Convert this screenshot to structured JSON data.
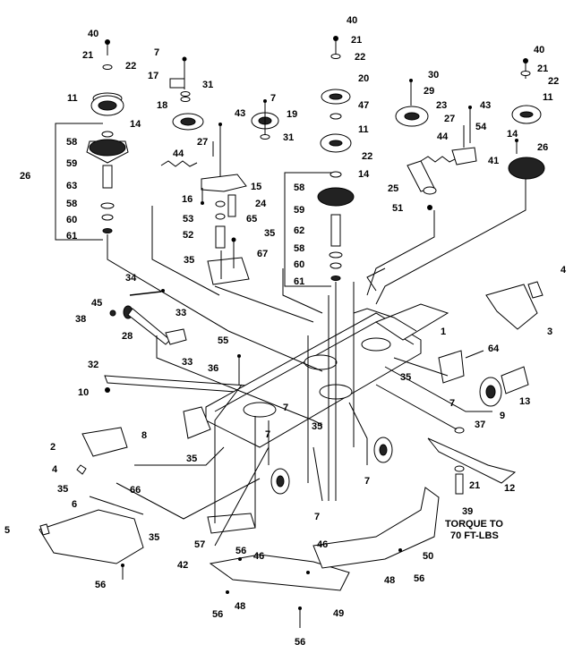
{
  "diagram": {
    "labels": {
      "p40a": "40",
      "p21a": "21",
      "p22a": "22",
      "p11a": "11",
      "p14a": "14",
      "p58a": "58",
      "p59a": "59",
      "p26a": "26",
      "p63": "63",
      "p58b": "58",
      "p60a": "60",
      "p61a": "61",
      "p7a": "7",
      "p17": "17",
      "p31a": "31",
      "p18": "18",
      "p7b": "7",
      "p19": "19",
      "p31b": "31",
      "p43a": "43",
      "p27a": "27",
      "p44a": "44",
      "p15": "15",
      "p16": "16",
      "p24": "24",
      "p53": "53",
      "p65": "65",
      "p52": "52",
      "p35a": "35",
      "p67": "67",
      "p35b": "35",
      "p40b": "40",
      "p21b": "21",
      "p22b": "22",
      "p20": "20",
      "p47": "47",
      "p11b": "11",
      "p22c": "22",
      "p58c": "58",
      "p14b": "14",
      "p59b": "59",
      "p62": "62",
      "p58d": "58",
      "p60b": "60",
      "p61b": "61",
      "p30": "30",
      "p29": "29",
      "p23": "23",
      "p43b": "43",
      "p27b": "27",
      "p54": "54",
      "p41": "41",
      "p44b": "44",
      "p25": "25",
      "p51": "51",
      "p40c": "40",
      "p21c": "21",
      "p22d": "22",
      "p11c": "11",
      "p14c": "14",
      "p26b": "26",
      "p4a": "4",
      "p3": "3",
      "p1": "1",
      "p64": "64",
      "p13": "13",
      "p9": "9",
      "p35c": "35",
      "p7c": "7",
      "p37": "37",
      "p12": "12",
      "p21d": "21",
      "p39": "39",
      "p34": "34",
      "p45": "45",
      "p38": "38",
      "p33a": "33",
      "p28": "28",
      "p33b": "33",
      "p55": "55",
      "p32": "32",
      "p36": "36",
      "p10": "10",
      "p8": "8",
      "p2": "2",
      "p35d": "35",
      "p4b": "4",
      "p7d": "7",
      "p35e": "35",
      "p7e": "7",
      "p7f": "7",
      "p7g": "7",
      "p35f": "35",
      "p66": "66",
      "p6": "6",
      "p5": "5",
      "p35g": "35",
      "p56a": "56",
      "p57": "57",
      "p56b": "56",
      "p42": "42",
      "p46a": "46",
      "p46b": "46",
      "p50": "50",
      "p48a": "48",
      "p56c": "56",
      "p48b": "48",
      "p56d": "56",
      "p49": "49",
      "p56e": "56"
    },
    "torque_note": {
      "line1": "TORQUE TO",
      "line2": "70 FT-LBS"
    }
  }
}
